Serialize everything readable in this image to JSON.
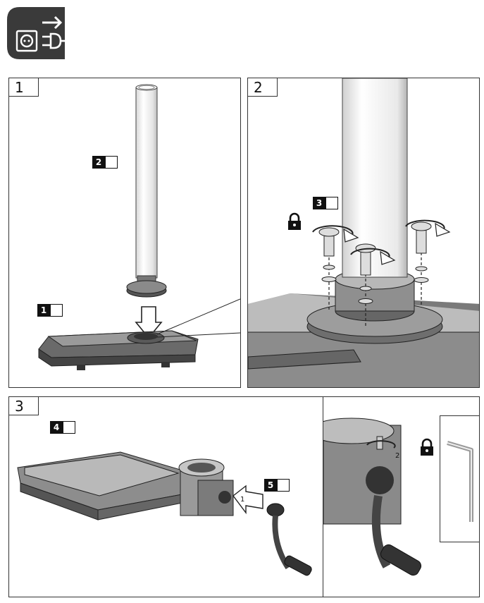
{
  "header": {
    "icon": "unplug-power-icon"
  },
  "panels": [
    {
      "label": "1",
      "steps": [
        {
          "number": "2"
        },
        {
          "number": "1"
        }
      ]
    },
    {
      "label": "2",
      "steps": [
        {
          "number": "3"
        }
      ]
    },
    {
      "label": "3",
      "steps": [
        {
          "number": "4"
        },
        {
          "number": "5"
        }
      ]
    }
  ],
  "arrows": {
    "insert_label": "1",
    "tighten_label": "2"
  },
  "icons": {
    "lock": "lock-icon",
    "tool": "tool-icon",
    "hex_key": "hex-key-icon"
  }
}
